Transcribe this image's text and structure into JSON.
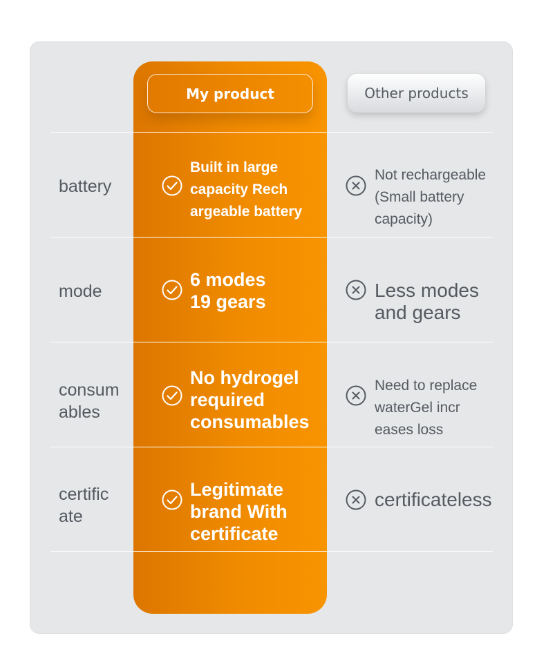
{
  "header": {
    "my_product": "My product",
    "other_products": "Other products"
  },
  "rows": [
    {
      "label": "battery",
      "mine": "Built in large\ncapacity Rech\nargeable battery",
      "theirs": "Not rechargeable\n(Small battery\ncapacity)"
    },
    {
      "label": "mode",
      "mine": "6 modes\n19 gears",
      "theirs": "Less modes\nand gears"
    },
    {
      "label": "consum\nables",
      "mine": "No hydrogel\nrequired\nconsumables",
      "theirs": "Need to replace\nwaterGel incr\neases loss"
    },
    {
      "label": "certific\nate",
      "mine": "Legitimate\nbrand With\ncertificate",
      "theirs": "certificateless"
    }
  ],
  "colors": {
    "accent_orange": "#f08b00",
    "card_bg": "#e5e7e9",
    "text_gray": "#555a60"
  },
  "icons": {
    "yes": "check-circle-icon",
    "no": "x-circle-icon"
  }
}
